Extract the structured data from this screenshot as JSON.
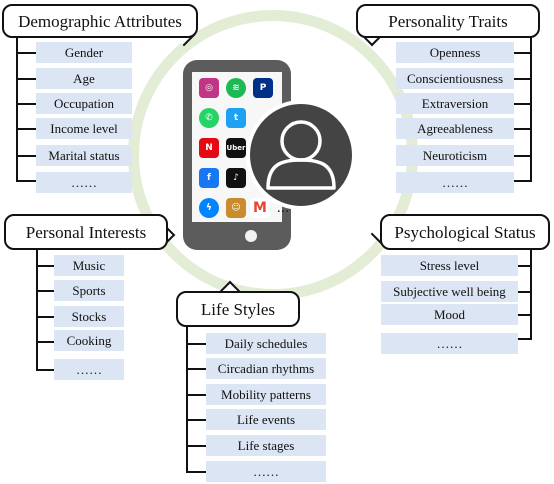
{
  "categories": {
    "demographic": {
      "title": "Demographic Attributes",
      "items": [
        "Gender",
        "Age",
        "Occupation",
        "Income level",
        "Marital status",
        "……"
      ]
    },
    "personality": {
      "title": "Personality Traits",
      "items": [
        "Openness",
        "Conscientiousness",
        "Extraversion",
        "Agreeableness",
        "Neuroticism",
        "……"
      ]
    },
    "interests": {
      "title": "Personal Interests",
      "items": [
        "Music",
        "Sports",
        "Stocks",
        "Cooking",
        "……"
      ]
    },
    "psychological": {
      "title": "Psychological Status",
      "items": [
        "Stress level",
        "Subjective well being",
        "Mood",
        "……"
      ]
    },
    "lifestyles": {
      "title": "Life Styles",
      "items": [
        "Daily schedules",
        "Circadian rhythms",
        "Mobility patterns",
        "Life events",
        "Life stages",
        "……"
      ]
    }
  },
  "phone": {
    "more_apps": "...",
    "apps": [
      {
        "icon": "instagram-icon",
        "color": "#c13584"
      },
      {
        "icon": "spotify-icon",
        "color": "#1db954"
      },
      {
        "icon": "paypal-icon",
        "color": "#003087"
      },
      {
        "icon": "whatsapp-icon",
        "color": "#25d366"
      },
      {
        "icon": "twitter-icon",
        "color": "#1da1f2"
      },
      {
        "icon": "netflix-icon",
        "color": "#e50914"
      },
      {
        "icon": "uber-icon",
        "color": "#111111"
      },
      {
        "icon": "facebook-icon",
        "color": "#1877f2"
      },
      {
        "icon": "tiktok-icon",
        "color": "#111111"
      },
      {
        "icon": "messenger-icon",
        "color": "#0084ff"
      },
      {
        "icon": "game-icon",
        "color": "#c98b2b"
      },
      {
        "icon": "gmail-icon",
        "color": "#ea4335"
      }
    ]
  },
  "colors": {
    "item_fill": "#dbe5f3",
    "ring": "#e3edd6",
    "phone": "#5c5c5c",
    "avatar": "#444444"
  }
}
